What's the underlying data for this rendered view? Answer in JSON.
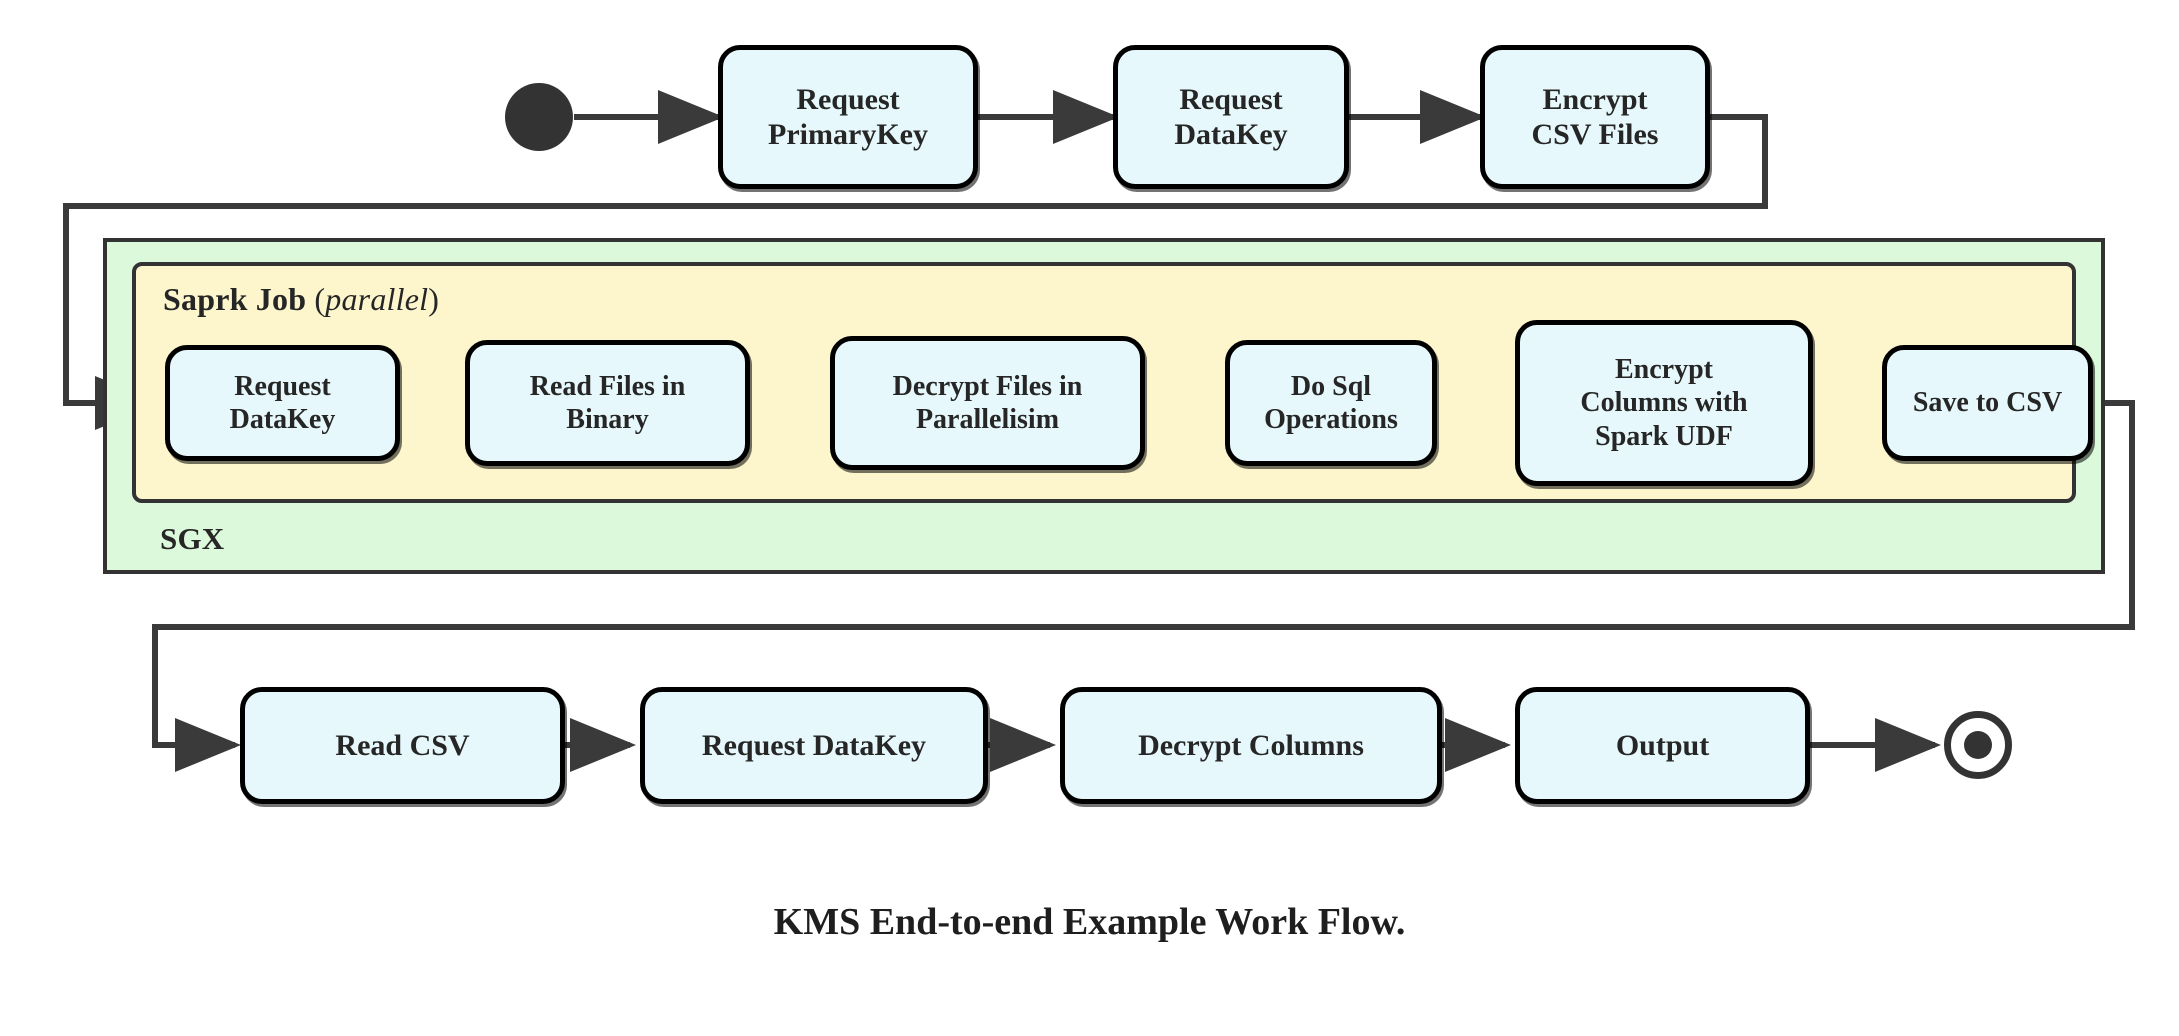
{
  "diagram": {
    "title": "KMS End-to-end Example Work Flow.",
    "colors": {
      "node_fill": "#e6f8fb",
      "node_border": "#000000",
      "sgx_fill": "#dcf9dc",
      "spark_fill": "#fdf6cc",
      "group_border": "#333333",
      "connector": "#3a3a3a",
      "marker": "#333333",
      "text": "#262626"
    },
    "start_marker": "filled-circle",
    "end_marker": "bullseye-circle"
  },
  "groups": {
    "sgx": {
      "label": "SGX"
    },
    "spark": {
      "label": "Saprk Job",
      "qualifier_open": "(",
      "qualifier": "parallel",
      "qualifier_close": ")"
    }
  },
  "rows": {
    "top": [
      {
        "id": "request-primarykey",
        "label": "Request\nPrimaryKey"
      },
      {
        "id": "request-datakey-top",
        "label": "Request\nDataKey"
      },
      {
        "id": "encrypt-csv-files",
        "label": "Encrypt\nCSV Files"
      }
    ],
    "spark": [
      {
        "id": "request-datakey-spark",
        "label": "Request\nDataKey"
      },
      {
        "id": "read-files-in-binary",
        "label": "Read Files in\nBinary"
      },
      {
        "id": "decrypt-files-in-parallelisim",
        "label": "Decrypt Files in\nParallelisim"
      },
      {
        "id": "do-sql-operations",
        "label": "Do Sql\nOperations"
      },
      {
        "id": "encrypt-columns-with-spark-udf",
        "label": "Encrypt\nColumns with\nSpark UDF"
      },
      {
        "id": "save-to-csv",
        "label": "Save to CSV"
      }
    ],
    "bottom": [
      {
        "id": "read-csv",
        "label": "Read CSV"
      },
      {
        "id": "request-datakey-bottom",
        "label": "Request DataKey"
      },
      {
        "id": "decrypt-columns",
        "label": "Decrypt Columns"
      },
      {
        "id": "output",
        "label": "Output"
      }
    ]
  },
  "flow": {
    "sequence": [
      "start",
      "Request PrimaryKey",
      "Request DataKey",
      "Encrypt CSV Files",
      "Request DataKey",
      "Read Files in Binary",
      "Decrypt Files in Parallelisim",
      "Do Sql Operations",
      "Encrypt Columns with Spark UDF",
      "Save to CSV",
      "Read CSV",
      "Request DataKey",
      "Decrypt Columns",
      "Output",
      "end"
    ]
  }
}
